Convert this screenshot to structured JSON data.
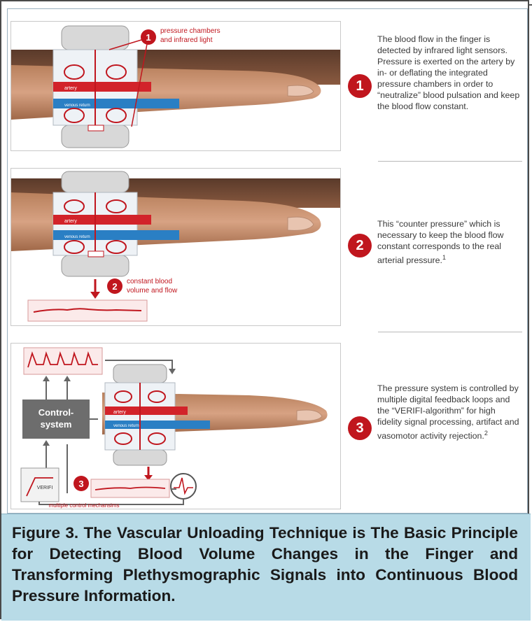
{
  "panels": [
    {
      "callout_number": "1",
      "callout_text_line1": "pressure chambers",
      "callout_text_line2": "and infrared light",
      "artery_label": "artery",
      "venous_label": "venous return",
      "description": "The blood flow in the finger is detected by infrared light sensors. Pressure is exerted on the artery by in- or deflating the integrated pressure chambers in order to “neutralize” blood pulsation and keep the blood flow constant.",
      "badge": "1"
    },
    {
      "callout_number": "2",
      "callout_text_line1": "constant blood",
      "callout_text_line2": "volume and flow",
      "artery_label": "artery",
      "venous_label": "venous return",
      "description": "This “counter pressure” which is necessary to keep the blood flow constant corresponds to the real arterial pressure.",
      "footnote": "1",
      "badge": "2"
    },
    {
      "callout_number": "3",
      "control_label_line1": "Control-",
      "control_label_line2": "system",
      "verifi_label": "VERIFI",
      "multi_label": "multiple control mechansims",
      "artery_label": "artery",
      "venous_label": "venous return",
      "description": "The pressure system is controlled by multiple digital feedback loops and the “VERIFI-algorithm” for high fidelity signal processing, artifact and vasomotor activity rejection.",
      "footnote": "2",
      "badge": "3"
    }
  ],
  "caption": "Figure 3. The Vascular Unloading Technique is The Basic Principle for Detecting Blood Volume Changes in the Finger and Transforming Plethysmographic Signals into Continuous Blood Pressure Information.",
  "colors": {
    "accent_red": "#c0161e",
    "artery_red": "#d2232a",
    "venous_blue": "#2a7fc4",
    "caption_bg": "#b8dbe7",
    "skin": "#c9906c"
  }
}
